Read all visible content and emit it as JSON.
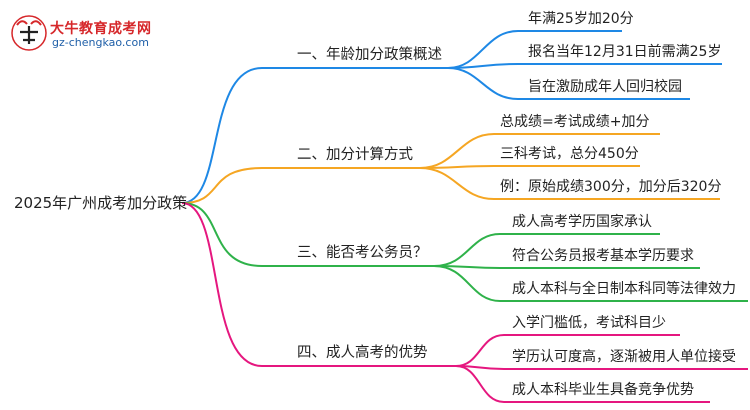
{
  "logo": {
    "title": "大牛教育成考网",
    "url": "gz-chengkao.com"
  },
  "root": {
    "label": "2025年广州成考加分政策"
  },
  "branches": [
    {
      "label": "一、年龄加分政策概述",
      "color": "#1e88e5",
      "leaves": [
        "年满25岁加20分",
        "报名当年12月31日前需满25岁",
        "旨在激励成年人回归校园"
      ]
    },
    {
      "label": "二、加分计算方式",
      "color": "#f5a623",
      "leaves": [
        "总成绩=考试成绩+加分",
        "三科考试，总分450分",
        "例：原始成绩300分，加分后320分"
      ]
    },
    {
      "label": "三、能否考公务员？",
      "color": "#2fb24a",
      "leaves": [
        "成人高考学历国家承认",
        "符合公务员报考基本学历要求",
        "成人本科与全日制本科同等法律效力"
      ]
    },
    {
      "label": "四、成人高考的优势",
      "color": "#e5177f",
      "leaves": [
        "入学门槛低，考试科目少",
        "学历认可度高，逐渐被用人单位接受",
        "成人本科毕业生具备竞争优势"
      ]
    }
  ]
}
